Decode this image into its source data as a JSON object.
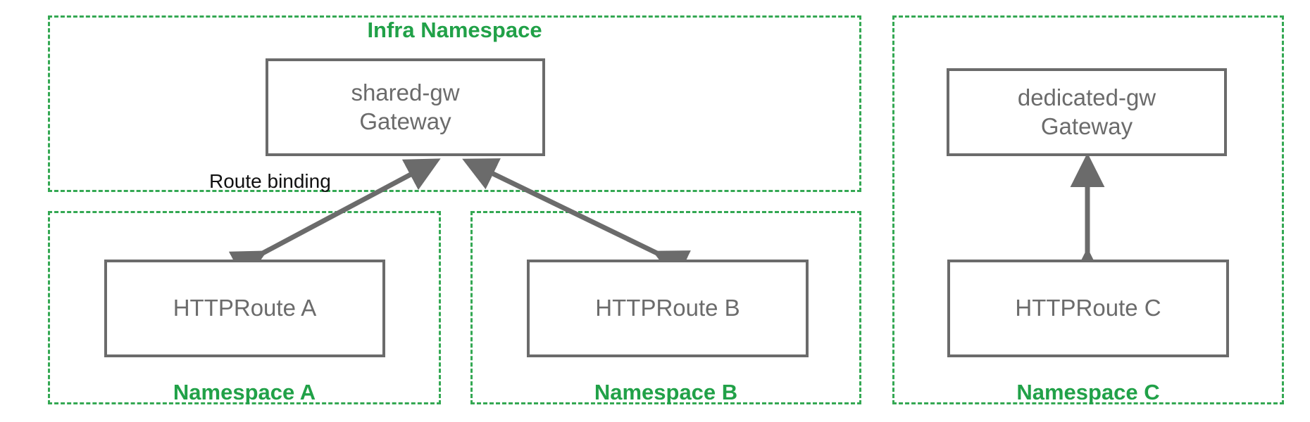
{
  "diagram": {
    "title_visible": false,
    "colors": {
      "namespace_border": "#34a853",
      "namespace_label": "#21a148",
      "node_border": "#6b6b6b",
      "node_text": "#6b6b6b",
      "edge": "#6b6b6b",
      "edge_label": "#111111",
      "background": "#ffffff"
    },
    "namespaces": [
      {
        "id": "infra",
        "label": "Infra Namespace",
        "label_position": "top-center"
      },
      {
        "id": "ns-a",
        "label": "Namespace A",
        "label_position": "bottom-center"
      },
      {
        "id": "ns-b",
        "label": "Namespace B",
        "label_position": "bottom-center"
      },
      {
        "id": "ns-c",
        "label": "Namespace C",
        "label_position": "bottom-center"
      }
    ],
    "nodes": [
      {
        "id": "shared-gw",
        "line1": "shared-gw",
        "line2": "Gateway",
        "namespace": "infra"
      },
      {
        "id": "dedicated-gw",
        "line1": "dedicated-gw",
        "line2": "Gateway",
        "namespace": "ns-c"
      },
      {
        "id": "httproute-a",
        "line1": "HTTPRoute A",
        "line2": "",
        "namespace": "ns-a"
      },
      {
        "id": "httproute-b",
        "line1": "HTTPRoute B",
        "line2": "",
        "namespace": "ns-b"
      },
      {
        "id": "httproute-c",
        "line1": "HTTPRoute C",
        "line2": "",
        "namespace": "ns-c"
      }
    ],
    "edges": [
      {
        "id": "edge-a",
        "from": "httproute-a",
        "to": "shared-gw",
        "label": "Route binding",
        "arrows": "both"
      },
      {
        "id": "edge-b",
        "from": "httproute-b",
        "to": "shared-gw",
        "label": "",
        "arrows": "both"
      },
      {
        "id": "edge-c",
        "from": "httproute-c",
        "to": "dedicated-gw",
        "label": "",
        "arrows": "both"
      }
    ]
  }
}
